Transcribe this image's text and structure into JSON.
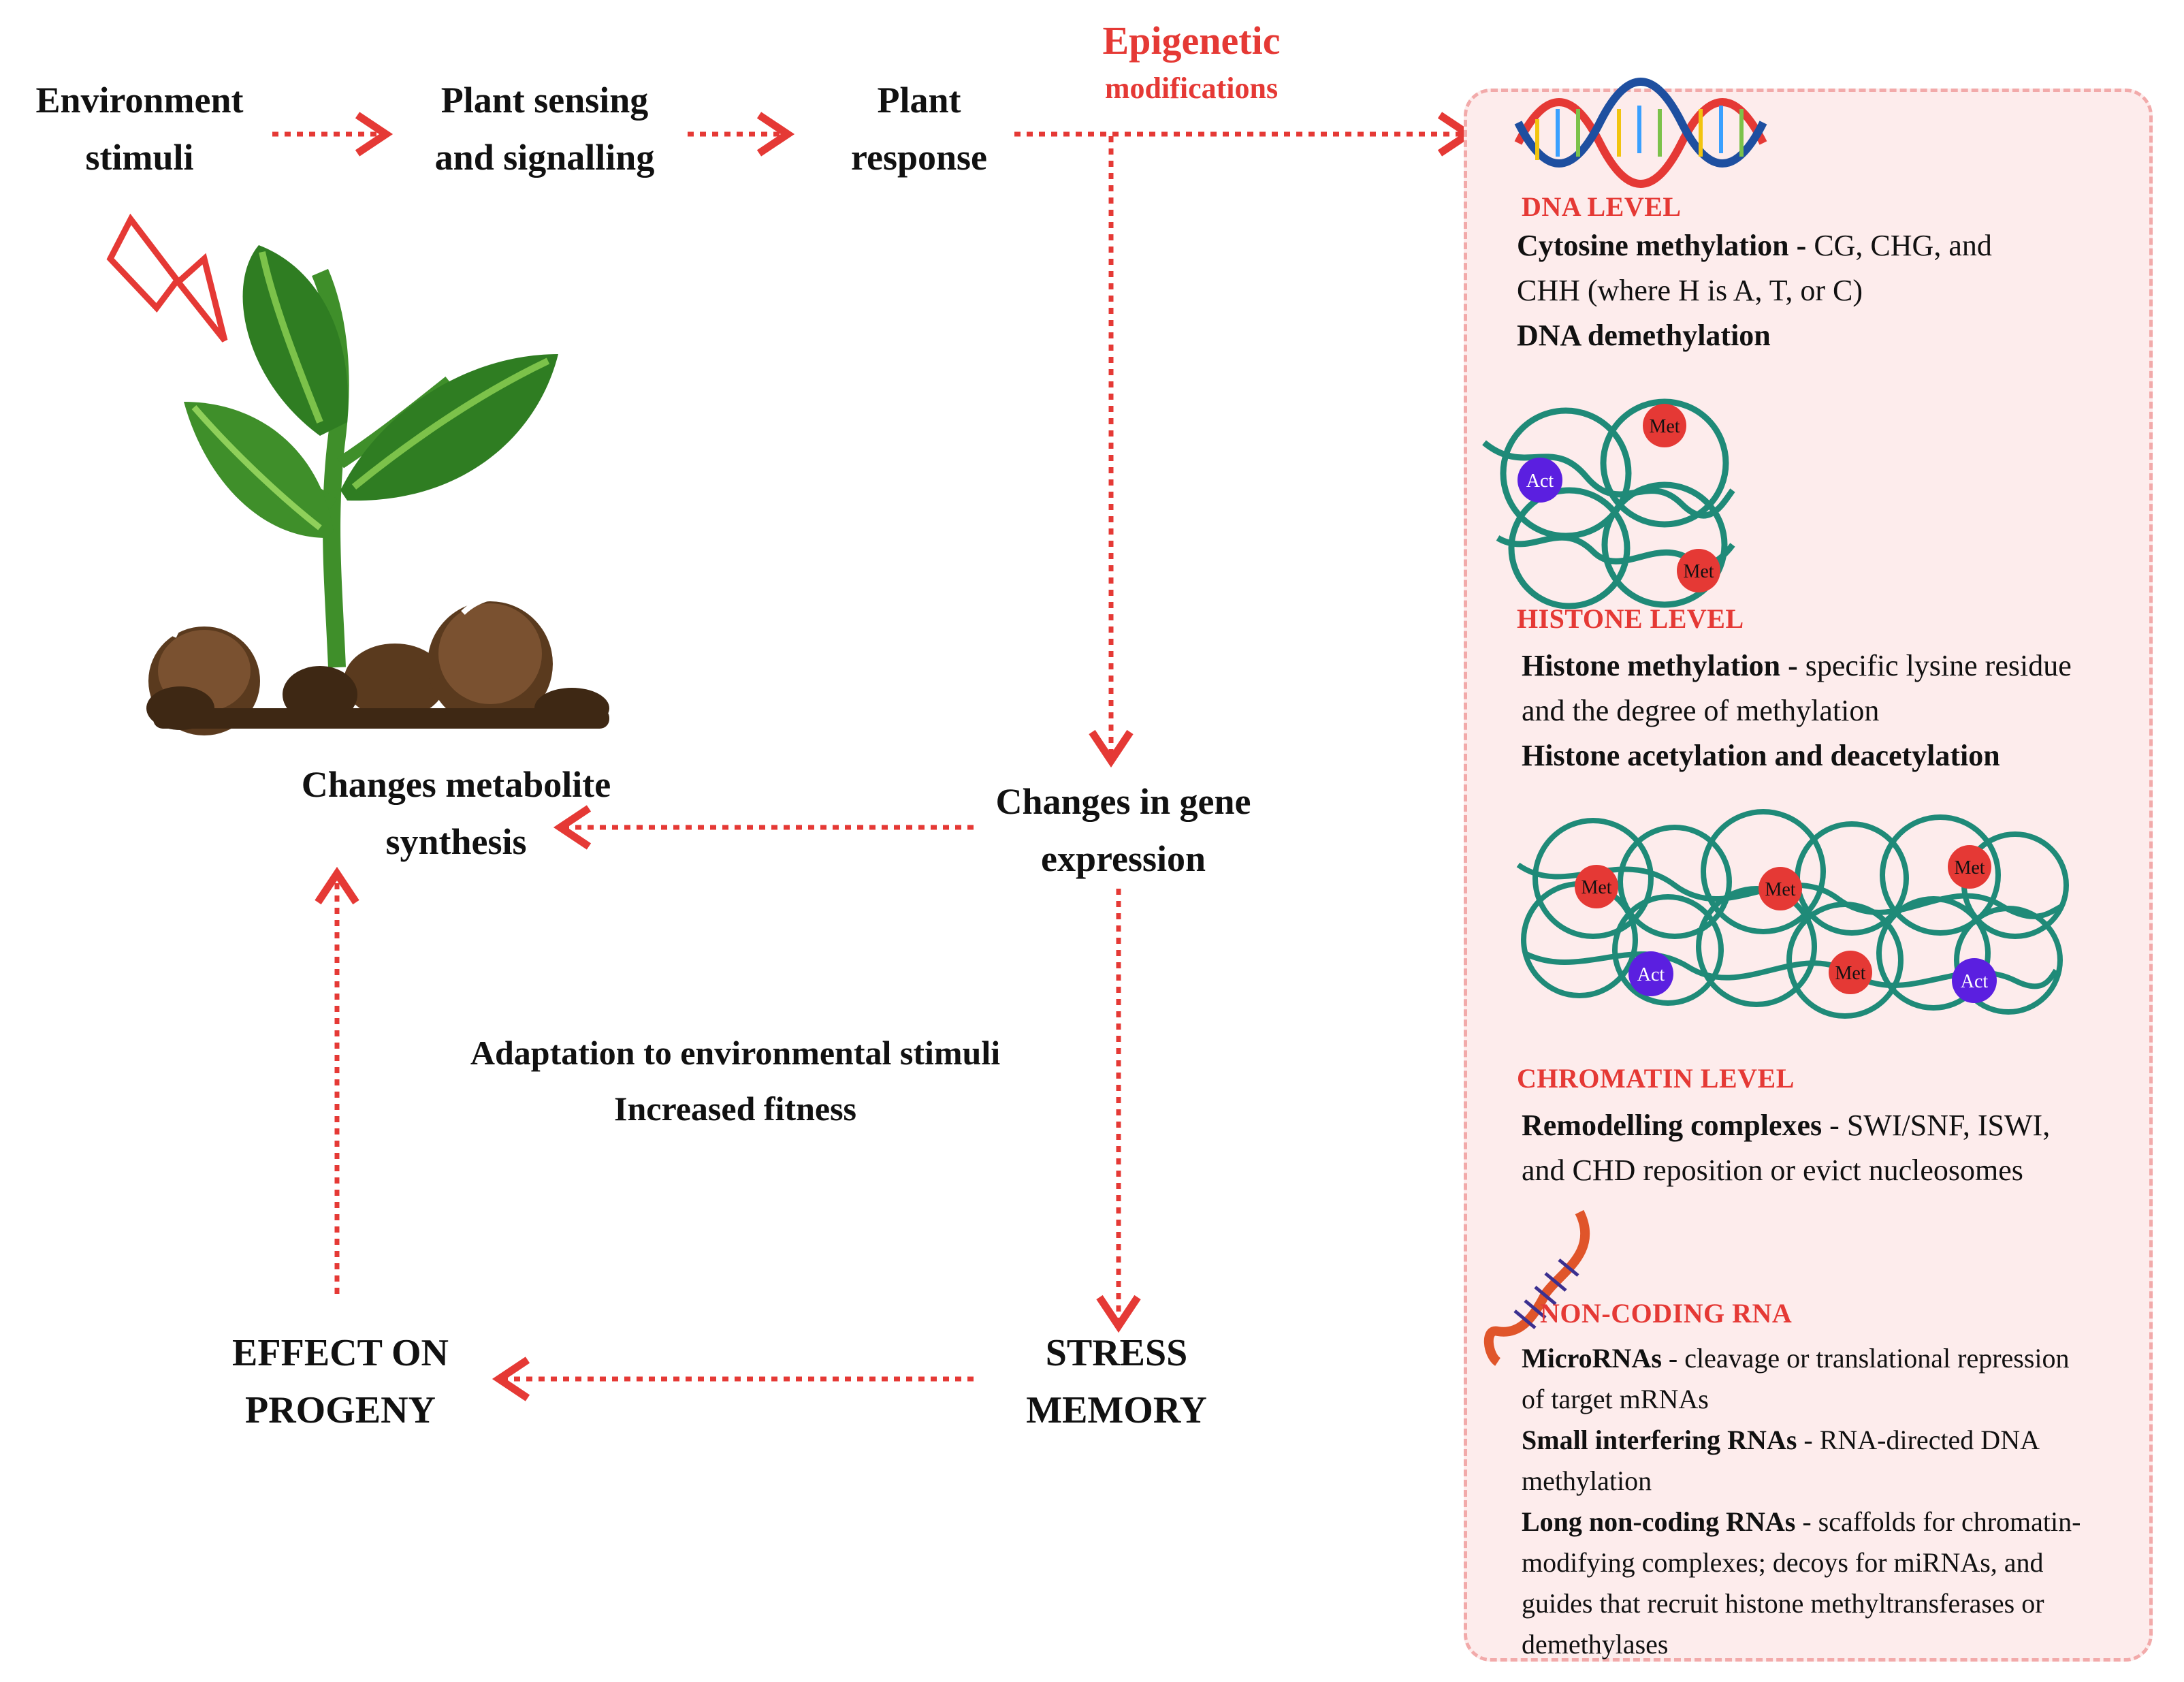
{
  "flow": {
    "environment": [
      "Environment",
      "stimuli"
    ],
    "sensing": [
      "Plant sensing",
      "and signalling"
    ],
    "response": [
      "Plant",
      "response"
    ],
    "epigenetic": [
      "Epigenetic",
      "modifications"
    ],
    "gene_expression": [
      "Changes in gene",
      "expression"
    ],
    "metabolite": [
      "Changes metabolite",
      "synthesis"
    ],
    "adaptation": [
      "Adaptation to environmental stimuli",
      "Increased fitness"
    ],
    "stress_memory": [
      "STRESS",
      "MEMORY"
    ],
    "progeny": [
      "EFFECT ON",
      "PROGENY"
    ]
  },
  "panel": {
    "dna": {
      "heading": "DNA LEVEL",
      "line1_bold": "Cytosine methylation -",
      "line1_rest": " CG, CHG, and",
      "line2": "CHH (where H is A, T, or C)",
      "line3_bold": "DNA demethylation"
    },
    "histone": {
      "heading": "HISTONE LEVEL",
      "line1_bold": "Histone methylation -",
      "line1_rest": " specific lysine residue",
      "line2": "and the degree of methylation",
      "line3_bold": "Histone acetylation and deacetylation"
    },
    "chromatin": {
      "heading": "CHROMATIN LEVEL",
      "line1_bold": "Remodelling complexes",
      "line1_rest": " - SWI/SNF, ISWI,",
      "line2": "and CHD reposition or evict nucleosomes"
    },
    "ncrna": {
      "heading": "NON-CODING RNA",
      "mirna_bold": "MicroRNAs",
      "mirna_rest": " - cleavage or translational repression",
      "mirna_line2": "of target mRNAs",
      "sirna_bold": "Small interfering RNAs",
      "sirna_rest": " - RNA-directed DNA",
      "sirna_line2": "methylation",
      "lnc_bold": "Long non-coding RNAs",
      "lnc_rest": " - scaffolds for chromatin-",
      "lnc_line2": "modifying complexes; decoys for miRNAs, and",
      "lnc_line3": "guides that recruit histone methyltransferases or",
      "lnc_line4": "demethylases"
    },
    "labels": {
      "met": "Met",
      "act": "Act"
    }
  },
  "colors": {
    "accent_red": "#e53935",
    "panel_bg": "#fdecec",
    "panel_border": "#f2aaaa",
    "chromatin_teal": "#1f8a78",
    "met_red": "#e53935",
    "act_purple": "#5b1fe0",
    "leaf_green": "#3f8f2a",
    "soil_brown": "#5a3a1e"
  }
}
